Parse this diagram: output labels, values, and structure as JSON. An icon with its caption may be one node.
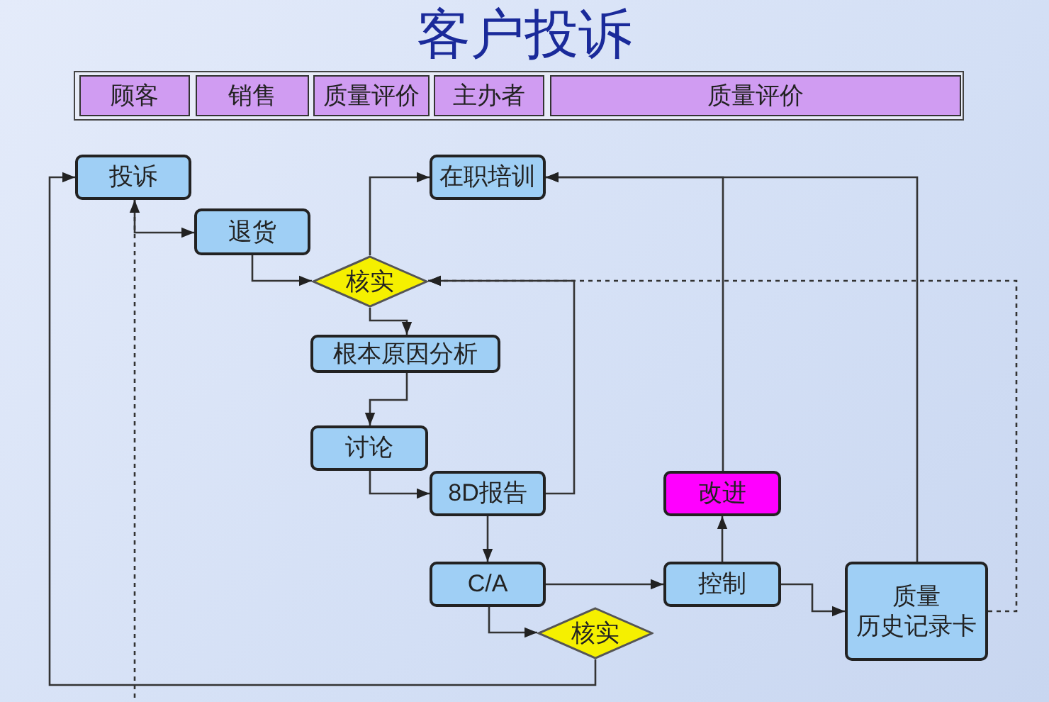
{
  "diagram": {
    "title": "客户投诉",
    "nodes": [
      {
        "text": [],
        "shape": "box"
      },
      {
        "text": [
          "顾客"
        ],
        "in": 0
      },
      {
        "text": [
          "销售"
        ],
        "in": 0
      },
      {
        "text": [
          "质量评价"
        ],
        "in": 0
      },
      {
        "text": [
          "主办者"
        ],
        "in": 0
      },
      {
        "text": [
          "质量评价"
        ],
        "in": 0
      },
      {
        "text": [
          "投诉"
        ]
      },
      {
        "text": [
          "退货"
        ]
      },
      {
        "text": [
          "核实"
        ]
      },
      {
        "text": [
          "在职培训"
        ]
      },
      {
        "text": [
          "根本原因分析"
        ]
      },
      {
        "text": [
          "讨论"
        ]
      },
      {
        "text": [
          "8D报告"
        ]
      },
      {
        "text": [
          "C/A"
        ]
      },
      {
        "text": [
          "改进"
        ]
      },
      {
        "text": [
          "控制"
        ]
      },
      {
        "text": [
          "核实"
        ]
      },
      {
        "text": [
          "质量",
          "历史记录卡"
        ]
      }
    ],
    "edges": [
      {
        "from": 16,
        "to": 6,
        "arrow": "to"
      },
      {
        "from": 6,
        "to": 7,
        "arrow": "to"
      },
      {
        "from": null,
        "to": 6,
        "arrow": "to",
        "style": "dashed"
      },
      {
        "from": 7,
        "to": 8,
        "arrow": "to"
      },
      {
        "from": 8,
        "to": 9,
        "arrow": "to"
      },
      {
        "from": 8,
        "to": 10,
        "arrow": "to"
      },
      {
        "from": 10,
        "to": 11,
        "arrow": "to"
      },
      {
        "from": 11,
        "to": 12,
        "arrow": "to"
      },
      {
        "from": 12,
        "to": 8,
        "arrow": "to"
      },
      {
        "from": 12,
        "to": 13,
        "arrow": "to"
      },
      {
        "from": 13,
        "to": 15,
        "arrow": "to"
      },
      {
        "from": 13,
        "to": 16,
        "arrow": "to"
      },
      {
        "from": 15,
        "to": 14,
        "arrow": "to"
      },
      {
        "from": 14,
        "to": 9,
        "arrow": "to"
      },
      {
        "from": 17,
        "to": 9,
        "arrow": "to"
      },
      {
        "from": 15,
        "to": 17,
        "arrow": "to"
      },
      {
        "from": 17,
        "to": 8,
        "arrow": "to",
        "style": "dashed"
      }
    ]
  }
}
